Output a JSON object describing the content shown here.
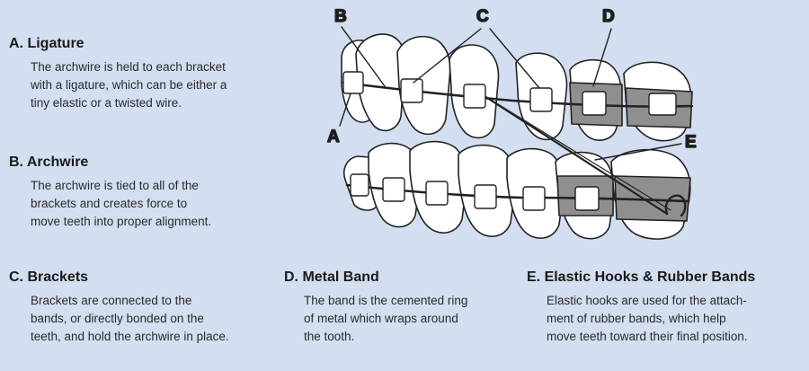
{
  "ligature": {
    "heading": "A. Ligature",
    "lines": [
      "The archwire is held to each bracket",
      "with a ligature, which can be either a",
      "tiny elastic or a twisted wire."
    ]
  },
  "archwire": {
    "heading": "B. Archwire",
    "lines": [
      "The archwire is tied to all of the",
      "brackets and creates force to",
      "move teeth into proper alignment."
    ]
  },
  "brackets": {
    "heading": "C. Brackets",
    "lines": [
      "Brackets are connected to the",
      "bands, or directly bonded on the",
      "teeth, and hold the archwire in place."
    ]
  },
  "metal_band": {
    "heading": "D. Metal Band",
    "lines": [
      "The band is the cemented ring",
      "of metal which wraps around",
      "the tooth."
    ]
  },
  "elastic_hooks": {
    "heading": "E. Elastic Hooks & Rubber Bands",
    "lines": [
      "Elastic hooks are used for the attach-",
      "ment of rubber bands, which help",
      "move teeth toward their final position."
    ]
  },
  "callouts": {
    "a": "A",
    "b": "B",
    "c": "C",
    "d": "D",
    "e": "E"
  },
  "colors": {
    "background": "#d3dff0",
    "tooth": "#ffffff",
    "band": "#8f8f8f",
    "outline": "#222222"
  }
}
